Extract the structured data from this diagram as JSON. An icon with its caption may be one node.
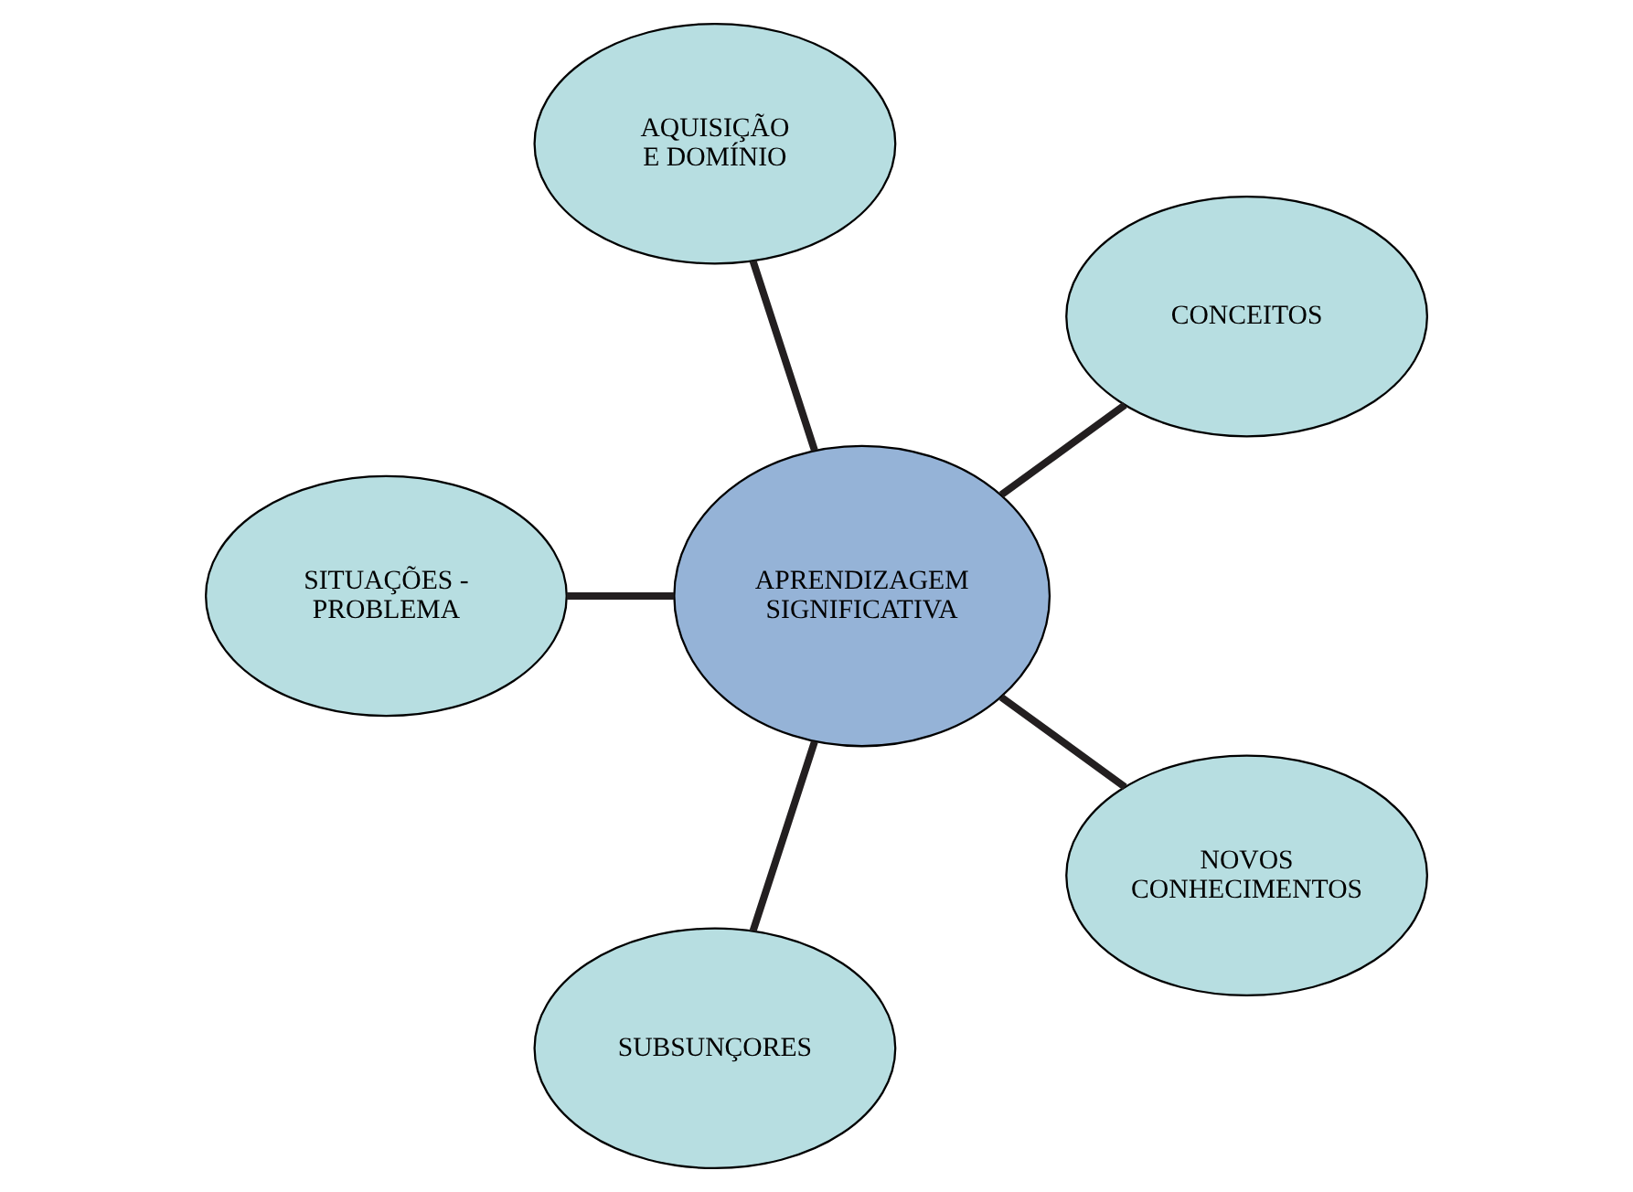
{
  "diagram": {
    "nodes": [
      {
        "text": [
          "CONCEITOS"
        ]
      },
      {
        "text": [
          "AQUISIÇÃO E DOMÍNIO"
        ]
      },
      {
        "text": [
          "SITUAÇÕES - PROBLEMA"
        ]
      },
      {
        "text": [
          "APRENDIZAGEM SIGNIFICATIVA"
        ]
      },
      {
        "text": [
          "SUBSUNÇORES"
        ]
      },
      {
        "text": [
          "NOVOS CONHECIMENTOS"
        ]
      }
    ],
    "edges": [
      {
        "from": 3,
        "to": 0,
        "arrow": "none"
      },
      {
        "from": 3,
        "to": 2,
        "arrow": "none"
      },
      {
        "from": 3,
        "to": 5,
        "arrow": "none"
      },
      {
        "from": 3,
        "to": 4,
        "arrow": "none"
      },
      {
        "from": 3,
        "to": 1,
        "arrow": "none"
      }
    ]
  }
}
